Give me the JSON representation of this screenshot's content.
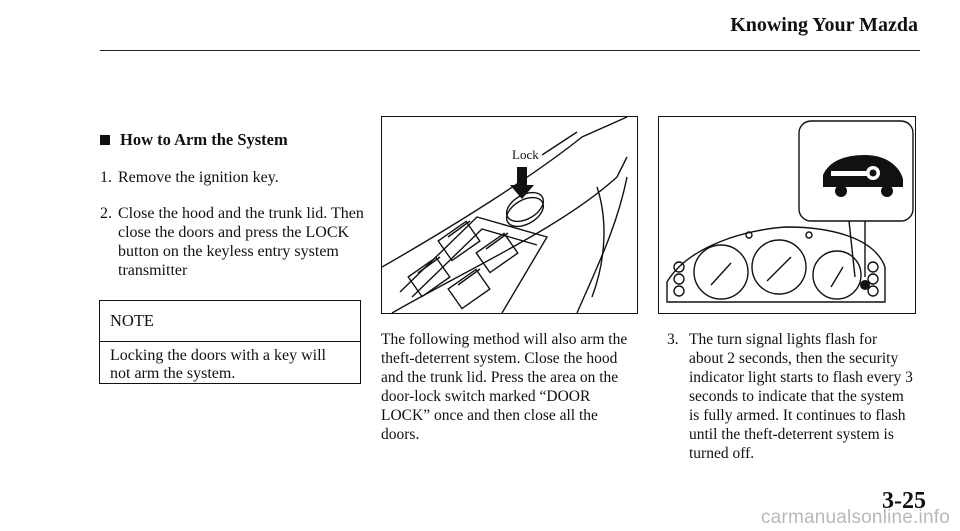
{
  "header": {
    "title": "Knowing Your Mazda"
  },
  "section": {
    "heading": "How to Arm the System",
    "steps": [
      {
        "num": "1.",
        "text": "Remove the ignition key."
      },
      {
        "num": "2.",
        "text": "Close the hood and the trunk lid. Then close the doors and press the LOCK button on the keyless entry system transmitter"
      }
    ]
  },
  "note": {
    "title": "NOTE",
    "text": "Locking the doors with a key will not arm the system."
  },
  "figure_lock": {
    "label": "Lock"
  },
  "middle_paragraph": "The following method will also arm the theft-deterrent system. Close the hood and the trunk lid. Press the area on the door-lock switch marked “DOOR LOCK” once and then close all the doors.",
  "right_step": {
    "num": "3.",
    "text": "The turn signal lights flash for about 2 seconds, then the security indicator light starts to flash every 3 seconds to indicate that the system is fully armed. It continues to flash until the theft-deterrent system is turned off."
  },
  "page_number": "3-25",
  "watermark": "carmanualsonline.info"
}
